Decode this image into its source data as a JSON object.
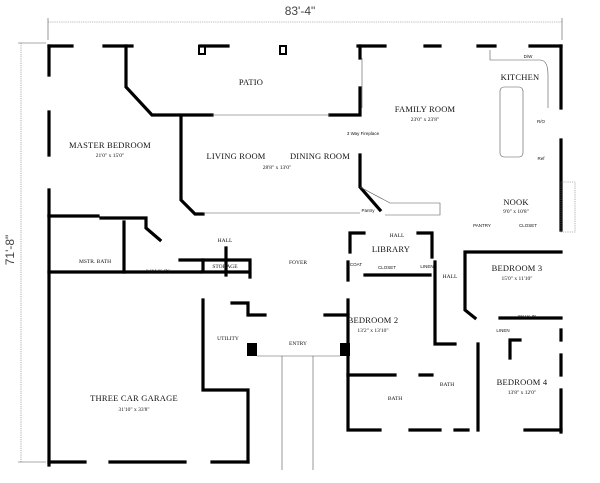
{
  "dimensions": {
    "width": "83'-4\"",
    "depth": "71'-8\""
  },
  "rooms": {
    "patio": {
      "name": "PATIO"
    },
    "master_bedroom": {
      "name": "MASTER BEDROOM",
      "size": "21'0\" x 15'0\""
    },
    "living_room": {
      "name": "LIVING ROOM"
    },
    "dining_room": {
      "name": "DINING ROOM",
      "size": "28'8\" x 13'0\""
    },
    "family_room": {
      "name": "FAMILY ROOM",
      "size": "23'0\" x 23'8\""
    },
    "kitchen": {
      "name": "KITCHEN"
    },
    "nook": {
      "name": "NOOK",
      "size": "9'0\" x 10'8\""
    },
    "hall_west": {
      "name": "HALL"
    },
    "hall_center": {
      "name": "HALL"
    },
    "hall_east": {
      "name": "HALL"
    },
    "master_bath": {
      "name": "MSTR. BATH"
    },
    "walk_in_master": {
      "name": "WALK-IN"
    },
    "storage": {
      "name": "STORAGE"
    },
    "foyer": {
      "name": "FOYER"
    },
    "library": {
      "name": "LIBRARY"
    },
    "bedroom_3": {
      "name": "BEDROOM 3",
      "size": "15'0\" x 11'10\""
    },
    "bedroom_2": {
      "name": "BEDROOM 2",
      "size": "13'2\" x 13'10\""
    },
    "bedroom_4": {
      "name": "BEDROOM 4",
      "size": "13'8\" x 12'0\""
    },
    "utility": {
      "name": "UTILITY"
    },
    "entry": {
      "name": "ENTRY"
    },
    "bath_2": {
      "name": "BATH"
    },
    "bath_3": {
      "name": "BATH"
    },
    "garage": {
      "name": "THREE CAR GARAGE",
      "size": "31'10\" x 33'8\""
    }
  },
  "small_labels": {
    "fireplace": "3 Way Fireplace",
    "pantry_kitchen": "Pantry",
    "pantry": "PANTRY",
    "closet_bed3": "CLOSET",
    "closet_bed2": "CLOSET",
    "coat": "COAT",
    "linen": "LINEN",
    "linen_2": "LINEN",
    "walk_in_bed4": "WALK-IN",
    "dw": "D/W",
    "ro": "R/O",
    "ref": "Ref"
  }
}
